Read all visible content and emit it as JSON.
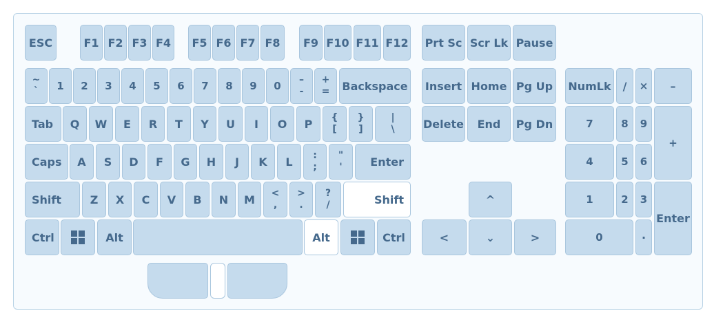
{
  "keys": {
    "esc": "ESC",
    "f1": "F1",
    "f2": "F2",
    "f3": "F3",
    "f4": "F4",
    "f5": "F5",
    "f6": "F6",
    "f7": "F7",
    "f8": "F8",
    "f9": "F9",
    "f10": "F10",
    "f11": "F11",
    "f12": "F12",
    "prtsc": "Prt Sc",
    "scrlk": "Scr Lk",
    "pause": "Pause",
    "tilde_top": "~",
    "tilde_bottom": "`",
    "n1": "1",
    "n2": "2",
    "n3": "3",
    "n4": "4",
    "n5": "5",
    "n6": "6",
    "n7": "7",
    "n8": "8",
    "n9": "9",
    "n0": "0",
    "minus_top": "–",
    "minus_bottom": "-",
    "plus_top": "+",
    "plus_bottom": "=",
    "backspace": "Backspace",
    "insert": "Insert",
    "home": "Home",
    "pgup": "Pg Up",
    "numlk": "NumLk",
    "np_div": "/",
    "np_mul": "×",
    "np_sub": "–",
    "tab": "Tab",
    "q": "Q",
    "w": "W",
    "e": "E",
    "r": "R",
    "t": "T",
    "y": "Y",
    "u": "U",
    "i": "I",
    "o": "O",
    "p": "P",
    "lbrace_top": "{",
    "lbrace_bottom": "[",
    "rbrace_top": "}",
    "rbrace_bottom": "]",
    "pipe_top": "|",
    "pipe_bottom": "\\",
    "delete": "Delete",
    "end": "End",
    "pgdn": "Pg Dn",
    "np7": "7",
    "np8": "8",
    "np9": "9",
    "np_add": "+",
    "caps": "Caps",
    "a": "A",
    "s": "S",
    "d": "D",
    "f": "F",
    "g": "G",
    "h": "H",
    "j": "J",
    "k": "K",
    "l": "L",
    "colon_top": ":",
    "colon_bottom": ";",
    "quote_top": "\"",
    "quote_bottom": "'",
    "enter": "Enter",
    "np4": "4",
    "np5": "5",
    "np6": "6",
    "lshift": "Shift",
    "z": "Z",
    "x": "X",
    "c": "C",
    "v": "V",
    "b": "B",
    "n": "N",
    "m": "M",
    "lt_top": "<",
    "lt_bottom": ",",
    "gt_top": ">",
    "gt_bottom": ".",
    "q_top": "?",
    "q_bottom": "/",
    "rshift": "Shift",
    "up": "^",
    "np1": "1",
    "np2": "2",
    "np3": "3",
    "np_enter": "Enter",
    "lctrl": "Ctrl",
    "lalt": "Alt",
    "ralt": "Alt",
    "rctrl": "Ctrl",
    "left": "<",
    "down": "⌄",
    "right": ">",
    "np0": "0",
    "np_dot": "·"
  },
  "state": {
    "active_keys": [
      "rshift",
      "ralt"
    ]
  },
  "colors": {
    "key_fill": "#c5dbed",
    "key_border": "#a9c6de",
    "key_text": "#45698c",
    "active_fill": "#ffffff"
  }
}
